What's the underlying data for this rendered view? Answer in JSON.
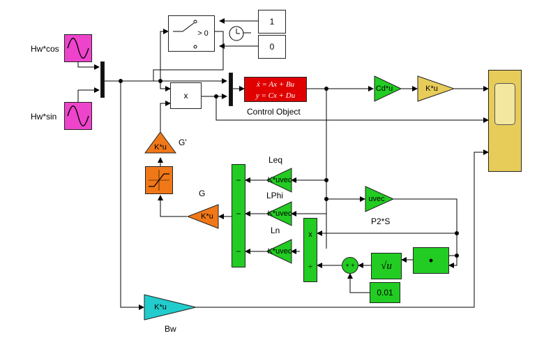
{
  "colors": {
    "source": "#ee44cc",
    "green": "#22cc22",
    "orange": "#f07818",
    "red": "#e00000",
    "tan": "#e8cc5a",
    "cyan": "#22cccc",
    "mux": "#111111"
  },
  "blocks": {
    "hw_cos": {
      "label": "Hw*cos",
      "icon": "sine-wave-icon"
    },
    "hw_sin": {
      "label": "Hw*sin",
      "icon": "sine-wave-icon"
    },
    "const_one": {
      "value": "1"
    },
    "const_zero": {
      "value": "0"
    },
    "switch": {
      "condition": "> 0",
      "icon": "clock-icon"
    },
    "product_top": {
      "text": "x"
    },
    "state_space": {
      "line1": "ẋ = Ax + Bu",
      "line2": "y = Cx + Du",
      "label": "Control Object"
    },
    "cd_gain": {
      "text": "Cd*u"
    },
    "k_gain_top": {
      "text": "K*u"
    },
    "scope": {
      "icon": "scope-icon"
    },
    "g_prime": {
      "text": "K*u",
      "label": "G'"
    },
    "saturation": {
      "icon": "saturation-icon"
    },
    "g_gain": {
      "text": "K*u",
      "label": "G"
    },
    "leq": {
      "text": "K*uvec",
      "label": "Leq"
    },
    "lphi": {
      "text": "K*uvec",
      "label": "LPhi"
    },
    "ln": {
      "text": "K*uvec",
      "label": "Ln"
    },
    "p2s": {
      "text": "uvec",
      "label": "P2*S"
    },
    "product_vert": {
      "top": "x",
      "bottom": "÷"
    },
    "sum_small": {
      "signs": "+ +"
    },
    "sqrt": {
      "text": "√u"
    },
    "dot": {
      "text": "•"
    },
    "const_eps": {
      "value": "0.01"
    },
    "bw": {
      "text": "K*u",
      "label": "Bw"
    }
  }
}
